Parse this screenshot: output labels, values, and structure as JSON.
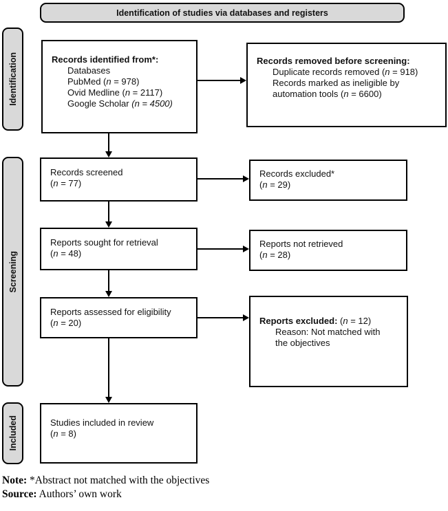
{
  "header": {
    "title": "Identification of studies via databases and registers"
  },
  "stages": [
    {
      "label": "Identification"
    },
    {
      "label": "Screening"
    },
    {
      "label": "Included"
    }
  ],
  "colors": {
    "banner_fill": "#d9d9d9",
    "box_border": "#000000",
    "background": "#ffffff"
  },
  "flow": {
    "records_identified": {
      "lines": [
        {
          "indent": 0,
          "runs": [
            {
              "t": "Records identified from*:",
              "b": true
            }
          ]
        },
        {
          "indent": 1,
          "runs": [
            {
              "t": "Databases"
            }
          ]
        },
        {
          "indent": 1,
          "runs": [
            {
              "t": "PubMed ("
            },
            {
              "t": "n",
              "i": true
            },
            {
              "t": " = 978)"
            }
          ]
        },
        {
          "indent": 1,
          "runs": [
            {
              "t": "Ovid Medline ("
            },
            {
              "t": "n",
              "i": true
            },
            {
              "t": " = 2117)"
            }
          ]
        },
        {
          "indent": 1,
          "runs": [
            {
              "t": "Google Scholar "
            },
            {
              "t": "(n = 4500)",
              "i": true
            }
          ]
        }
      ]
    },
    "records_removed": {
      "lines": [
        {
          "indent": 0,
          "runs": [
            {
              "t": "Records removed before screening:",
              "b": true
            }
          ]
        },
        {
          "indent": 1,
          "runs": [
            {
              "t": "Duplicate records removed ("
            },
            {
              "t": "n",
              "i": true
            },
            {
              "t": " = 918)"
            }
          ]
        },
        {
          "indent": 1,
          "runs": [
            {
              "t": "Records marked as ineligible by"
            }
          ]
        },
        {
          "indent": 1,
          "runs": [
            {
              "t": "automation tools ("
            },
            {
              "t": "n",
              "i": true
            },
            {
              "t": " = 6600)"
            }
          ]
        }
      ]
    },
    "records_screened": {
      "lines": [
        {
          "indent": 0,
          "runs": [
            {
              "t": "Records screened"
            }
          ]
        },
        {
          "indent": 0,
          "runs": [
            {
              "t": "("
            },
            {
              "t": "n",
              "i": true
            },
            {
              "t": " = 77)"
            }
          ]
        }
      ]
    },
    "records_excluded": {
      "lines": [
        {
          "indent": 0,
          "runs": [
            {
              "t": "Records excluded*"
            }
          ]
        },
        {
          "indent": 0,
          "runs": [
            {
              "t": "("
            },
            {
              "t": "n",
              "i": true
            },
            {
              "t": " = 29)"
            }
          ]
        }
      ]
    },
    "reports_sought": {
      "lines": [
        {
          "indent": 0,
          "runs": [
            {
              "t": "Reports sought for retrieval"
            }
          ]
        },
        {
          "indent": 0,
          "runs": [
            {
              "t": "("
            },
            {
              "t": "n",
              "i": true
            },
            {
              "t": " = 48)"
            }
          ]
        }
      ]
    },
    "reports_not_retrieved": {
      "lines": [
        {
          "indent": 0,
          "runs": [
            {
              "t": "Reports not retrieved"
            }
          ]
        },
        {
          "indent": 0,
          "runs": [
            {
              "t": "("
            },
            {
              "t": "n",
              "i": true
            },
            {
              "t": " = 28)"
            }
          ]
        }
      ]
    },
    "reports_assessed": {
      "lines": [
        {
          "indent": 0,
          "runs": [
            {
              "t": "Reports assessed for eligibility"
            }
          ]
        },
        {
          "indent": 0,
          "runs": [
            {
              "t": "("
            },
            {
              "t": "n",
              "i": true
            },
            {
              "t": " = 20)"
            }
          ]
        }
      ]
    },
    "reports_excluded": {
      "lines": [
        {
          "indent": 0,
          "runs": [
            {
              "t": "Reports excluded:",
              "b": true
            },
            {
              "t": " ("
            },
            {
              "t": "n",
              "i": true
            },
            {
              "t": " = 12)"
            }
          ]
        },
        {
          "indent": 1,
          "runs": [
            {
              "t": "Reason: Not matched with"
            }
          ]
        },
        {
          "indent": 1,
          "runs": [
            {
              "t": "the objectives"
            }
          ]
        }
      ]
    },
    "studies_included": {
      "lines": [
        {
          "indent": 0,
          "runs": [
            {
              "t": "Studies included in review"
            }
          ]
        },
        {
          "indent": 0,
          "runs": [
            {
              "t": "("
            },
            {
              "t": "n",
              "i": true
            },
            {
              "t": " = 8)"
            }
          ]
        }
      ]
    }
  },
  "footer": {
    "lines": [
      {
        "indent": 0,
        "runs": [
          {
            "t": "Note:",
            "b": true
          },
          {
            "t": " *Abstract not matched with the objectives"
          }
        ]
      },
      {
        "indent": 0,
        "runs": [
          {
            "t": "Source:",
            "b": true
          },
          {
            "t": " Authors’ own work"
          }
        ]
      }
    ]
  }
}
